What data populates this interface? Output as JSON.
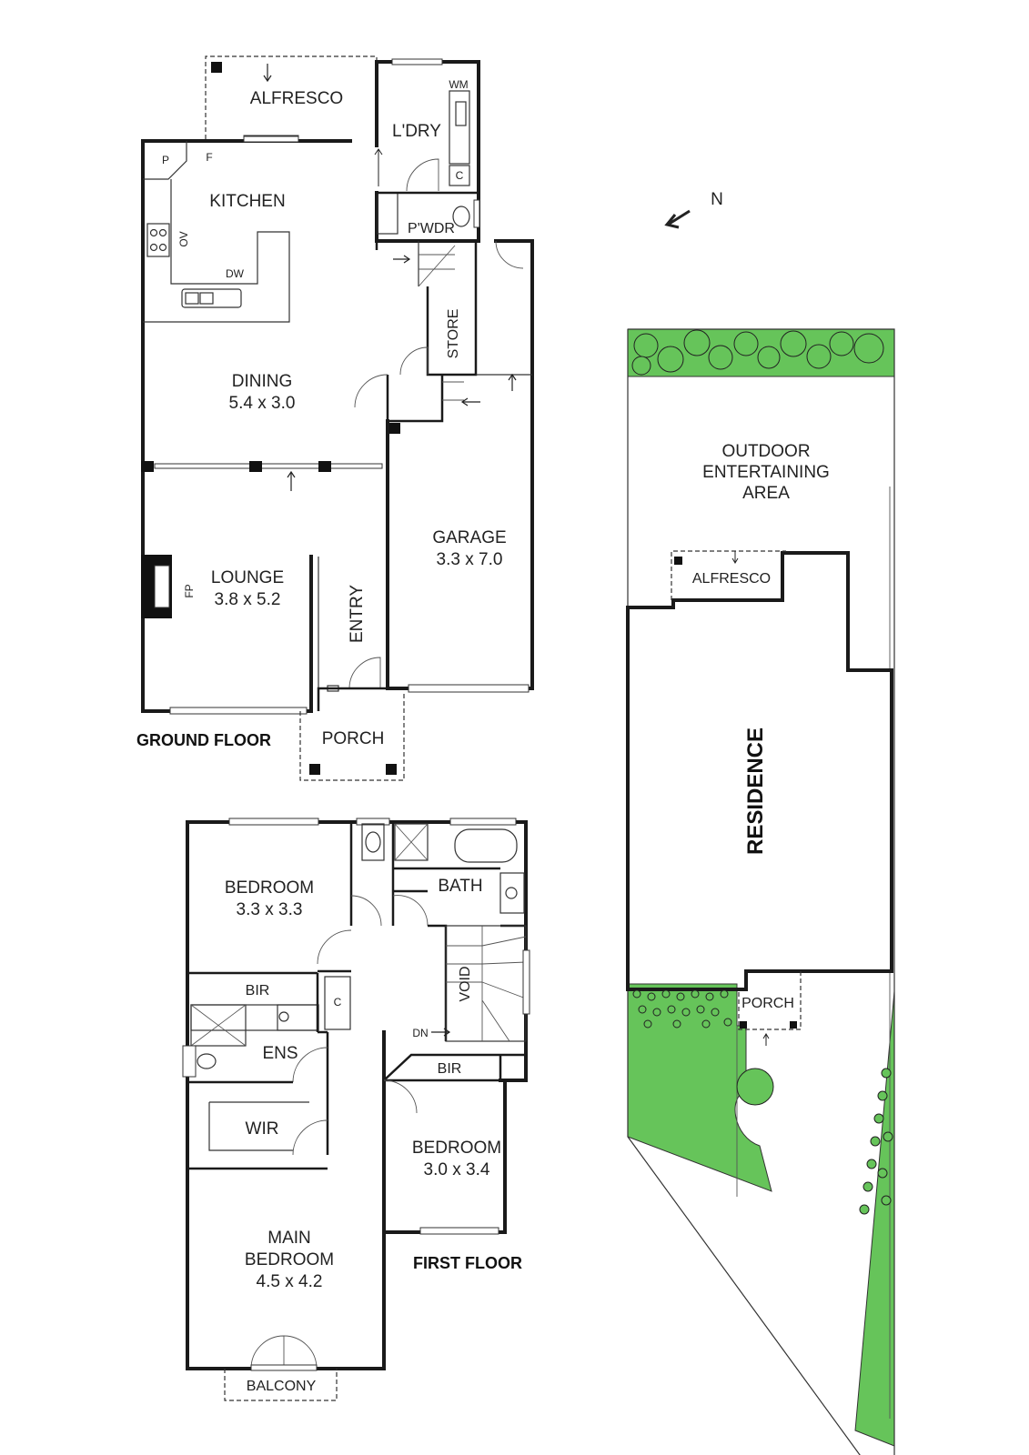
{
  "compass": {
    "label": "N"
  },
  "floors": {
    "ground": "GROUND FLOOR",
    "first": "FIRST FLOOR"
  },
  "ground_rooms": {
    "alfresco": "ALFRESCO",
    "laundry": "L'DRY",
    "wm": "WM",
    "c": "C",
    "powder": "P'WDR",
    "pantry": "P",
    "fridge": "F",
    "kitchen": "KITCHEN",
    "oven": "OV",
    "dishwasher": "DW",
    "store": "STORE",
    "dining": "DINING",
    "dining_dim": "5.4 x 3.0",
    "lounge": "LOUNGE",
    "lounge_dim": "3.8 x 5.2",
    "fireplace": "FP",
    "entry": "ENTRY",
    "garage": "GARAGE",
    "garage_dim": "3.3 x 7.0",
    "porch": "PORCH"
  },
  "first_rooms": {
    "bedroom1": "BEDROOM",
    "bedroom1_dim": "3.3 x 3.3",
    "bath": "BATH",
    "bir1": "BIR",
    "c": "C",
    "ens": "ENS",
    "void": "VOID",
    "dn": "DN",
    "bir2": "BIR",
    "wir": "WIR",
    "bedroom2": "BEDROOM",
    "bedroom2_dim": "3.0 x 3.4",
    "main_line1": "MAIN",
    "main_line2": "BEDROOM",
    "main_dim": "4.5 x 4.2",
    "balcony": "BALCONY"
  },
  "site": {
    "outdoor_line1": "OUTDOOR",
    "outdoor_line2": "ENTERTAINING",
    "outdoor_line3": "AREA",
    "alfresco": "ALFRESCO",
    "residence": "RESIDENCE",
    "porch": "PORCH"
  },
  "colors": {
    "garden": "#66c45a",
    "walls": "#1a1a1a"
  }
}
